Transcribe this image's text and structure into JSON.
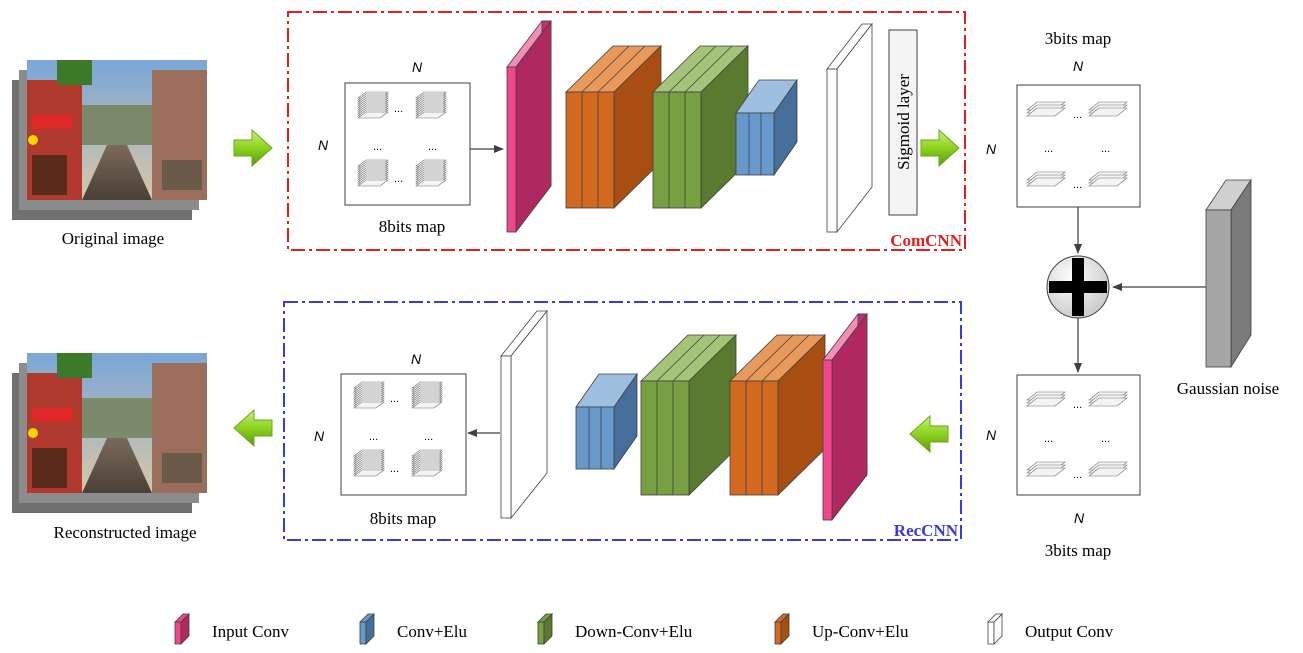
{
  "labels": {
    "original_image": "Original image",
    "reconstructed_image": "Reconstructed image",
    "map_8bits_top": "8bits map",
    "map_8bits_bottom": "8bits map",
    "map_3bits_top": "3bits map",
    "map_3bits_bottom": "3bits map",
    "n": "N",
    "dots": "...",
    "sigmoid": "Sigmoid layer",
    "comcnn": "ComCNN",
    "reccnn": "RecCNN",
    "gaussian_noise": "Gaussian noise"
  },
  "legend": [
    {
      "name": "legend-input-conv",
      "label": "Input Conv",
      "color": "#f0468c"
    },
    {
      "name": "legend-conv-elu",
      "label": "Conv+Elu",
      "color": "#6699cc"
    },
    {
      "name": "legend-down-conv-elu",
      "label": "Down-Conv+Elu",
      "color": "#77a043"
    },
    {
      "name": "legend-up-conv-elu",
      "label": "Up-Conv+Elu",
      "color": "#d2691e"
    },
    {
      "name": "legend-output-conv",
      "label": "Output Conv",
      "color": "#ffffff"
    }
  ],
  "colors": {
    "input_conv": "#f0468c",
    "conv_elu": "#6699cc",
    "down_conv": "#77a043",
    "up_conv": "#d2691e",
    "output_conv": "#ffffff",
    "arrow_green": "#8cd21e",
    "comcnn_border": "#e02020",
    "reccnn_border": "#3a3ae0",
    "noise": "#a6a6a6"
  }
}
